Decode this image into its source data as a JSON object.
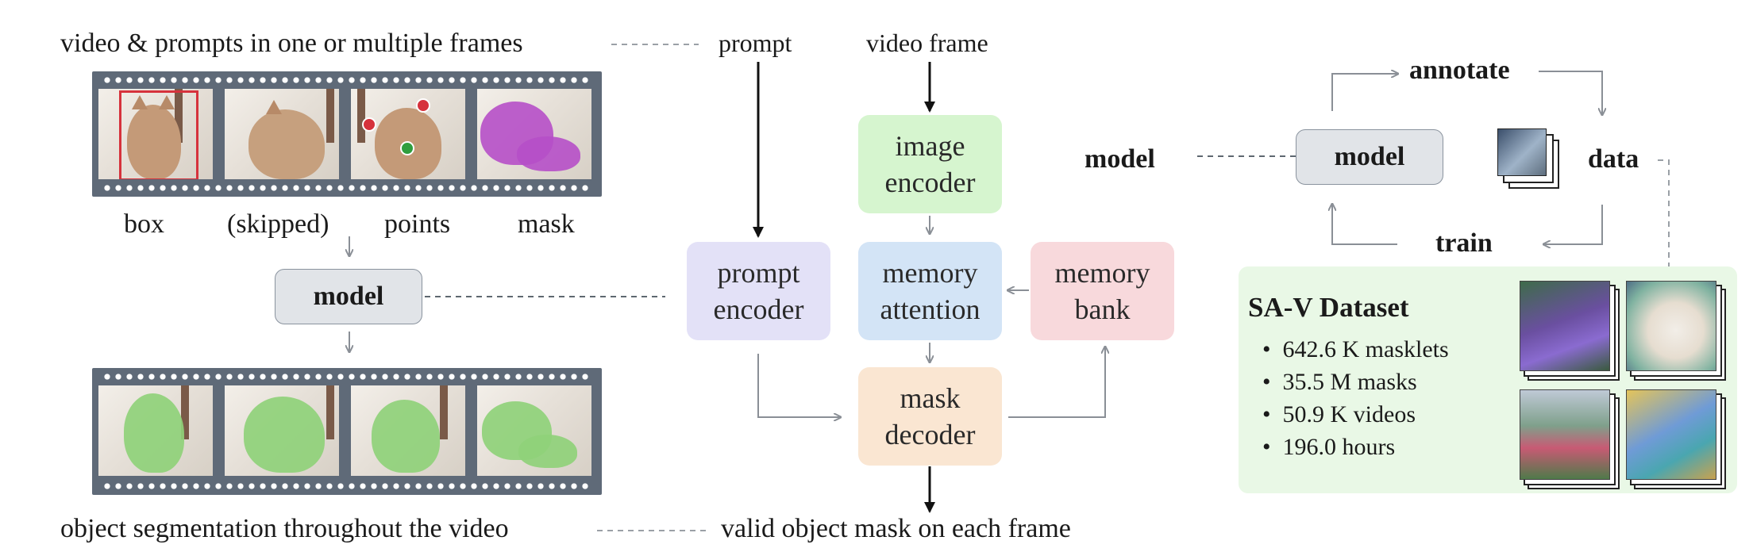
{
  "left": {
    "top_caption": "video & prompts in one or multiple frames",
    "frame_labels": [
      "box",
      "(skipped)",
      "points",
      "mask"
    ],
    "model_label": "model",
    "bottom_caption": "object segmentation throughout the video"
  },
  "center": {
    "prompt_label": "prompt",
    "video_frame_label": "video frame",
    "panel_title": "model",
    "image_encoder": [
      "image",
      "encoder"
    ],
    "prompt_encoder": [
      "prompt",
      "encoder"
    ],
    "memory_attention": [
      "memory",
      "attention"
    ],
    "memory_bank": [
      "memory",
      "bank"
    ],
    "mask_decoder": [
      "mask",
      "decoder"
    ],
    "output_caption": "valid object mask on each frame"
  },
  "right": {
    "annotate_label": "annotate",
    "data_label": "data",
    "train_label": "train",
    "model_label": "model",
    "dataset_title": "SA-V Dataset",
    "stats": [
      "642.6 K masklets",
      "35.5 M masks",
      "50.9 K videos",
      "196.0 hours"
    ]
  },
  "colors": {
    "image_encoder": "#d6f5cf",
    "prompt_encoder": "#e3e1f7",
    "memory_attention": "#d3e4f6",
    "memory_bank": "#f8d9dc",
    "mask_decoder": "#fae6d2",
    "panel": "#e2e4e8",
    "film": "#5f6a78",
    "mask_green": "#8fd17a",
    "mask_purple": "#b64fc8",
    "box_red": "#d6323c"
  }
}
